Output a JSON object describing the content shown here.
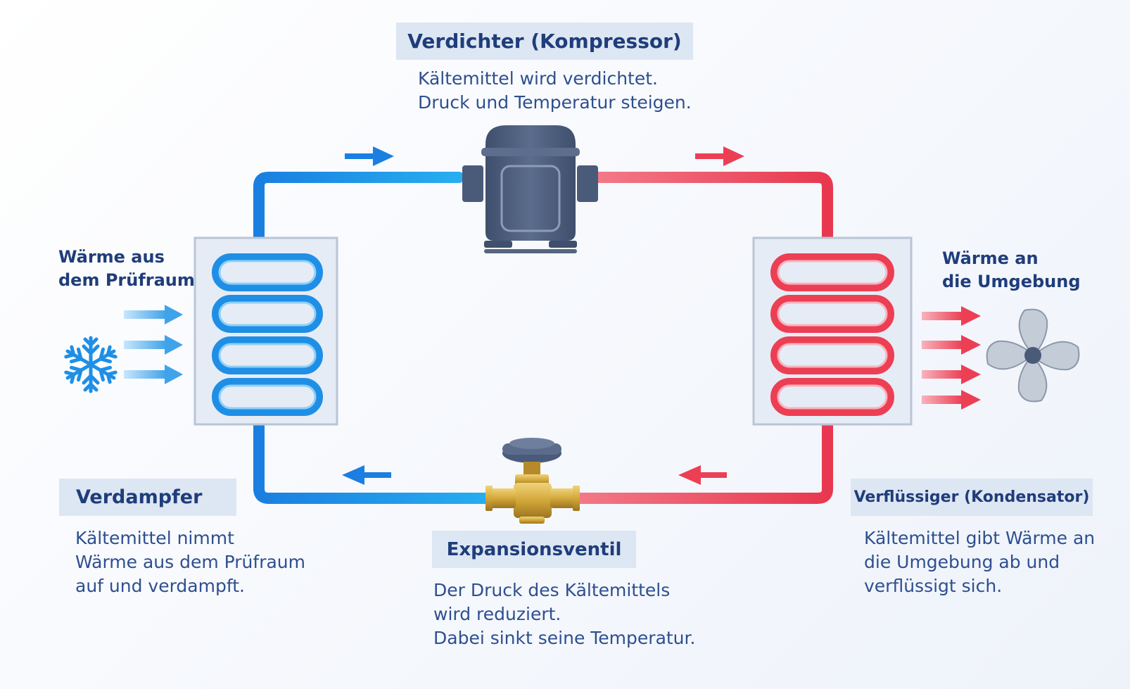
{
  "compressor": {
    "title": "Verdichter (Kompressor)",
    "description": [
      "Kältemittel wird verdichtet.",
      "Druck und Temperatur steigen."
    ]
  },
  "evaporator": {
    "title": "Verdampfer",
    "description": [
      "Kältemittel nimmt",
      "Wärme aus dem Prüfraum",
      "auf und verdampft."
    ],
    "heat_label": [
      "Wärme aus",
      "dem Prüfraum"
    ],
    "icon": "snowflake-icon"
  },
  "condenser": {
    "title": "Verflüssiger (Kondensator)",
    "description": [
      "Kältemittel gibt Wärme an",
      "die Umgebung ab und",
      "verflüssigt sich."
    ],
    "heat_label": [
      "Wärme an",
      "die Umgebung"
    ],
    "icon": "fan-icon"
  },
  "expansion_valve": {
    "title": "Expansionsventil",
    "description": [
      "Der Druck des Kältemittels",
      "wird reduziert.",
      "Dabei sinkt seine Temperatur."
    ]
  },
  "colors": {
    "cold": "#1f8fe6",
    "hot": "#ec3f54",
    "text": "#1f3d7a",
    "panel": "#dde6f3",
    "compressor": "#4a5b7a",
    "valve_brass": "#d3a83a"
  }
}
